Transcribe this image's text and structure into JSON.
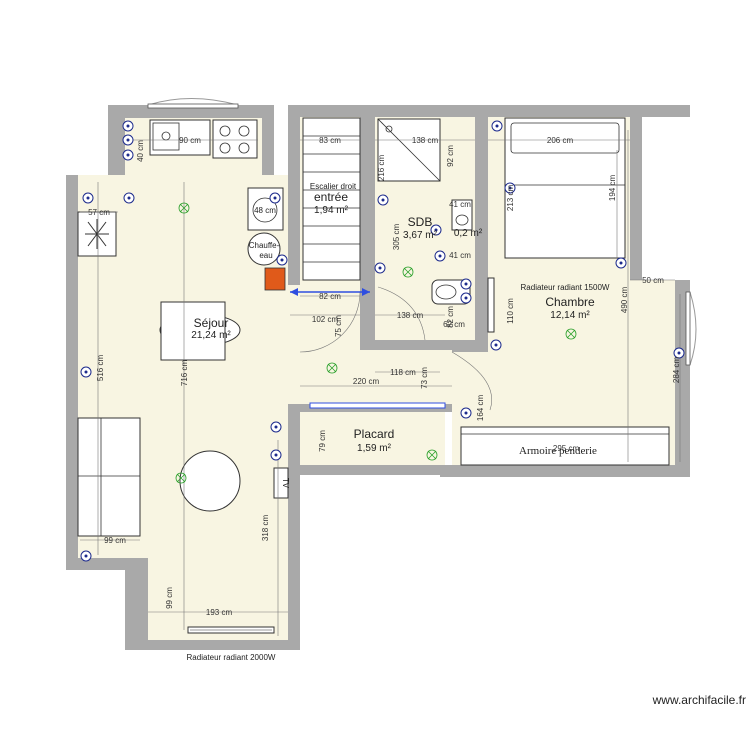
{
  "rooms": {
    "sejour": {
      "name": "Séjour",
      "area": "21,24 m²"
    },
    "entree": {
      "name": "entrée",
      "area": "1,94 m²"
    },
    "sdb": {
      "name": "SDB",
      "area": "3,67 m²"
    },
    "wc": {
      "area": "0,2 m²"
    },
    "chambre": {
      "name": "Chambre",
      "area": "12,14 m²"
    },
    "placard": {
      "name": "Placard",
      "area": "1,59 m²"
    }
  },
  "labels": {
    "escalier": "Escalier droit",
    "chauffe_eau_1": "Chauffe-",
    "chauffe_eau_2": "eau",
    "radiateur_chambre": "Radiateur radiant 1500W",
    "radiateur_sejour": "Radiateur radiant 2000W",
    "armoire": "Armoire penderie",
    "tv": "TV",
    "fridge": "48 cm",
    "watermark": "www.archifacile.fr"
  },
  "dimensions": {
    "d90": "90 cm",
    "d40": "40 cm",
    "d57": "57 cm",
    "d516": "516 cm",
    "d716": "716 cm",
    "d83": "83 cm",
    "d216": "216 cm",
    "d82a": "82 cm",
    "d102": "102 cm",
    "d75": "75 cm",
    "d138a": "138 cm",
    "d92": "92 cm",
    "d305": "305 cm",
    "d41a": "41 cm",
    "d41b": "41 cm",
    "d138b": "138 cm",
    "d62": "62 cm",
    "d82b": "82 cm",
    "d206": "206 cm",
    "d213": "213 cm",
    "d194": "194 cm",
    "d50": "50 cm",
    "d490": "490 cm",
    "d110": "110 cm",
    "d284": "284 cm",
    "d118": "118 cm",
    "d73": "73 cm",
    "d220": "220 cm",
    "d164": "164 cm",
    "d79": "79 cm",
    "d295": "295 cm",
    "d99a": "99 cm",
    "d318": "318 cm",
    "d99b": "99 cm",
    "d193": "193 cm"
  }
}
